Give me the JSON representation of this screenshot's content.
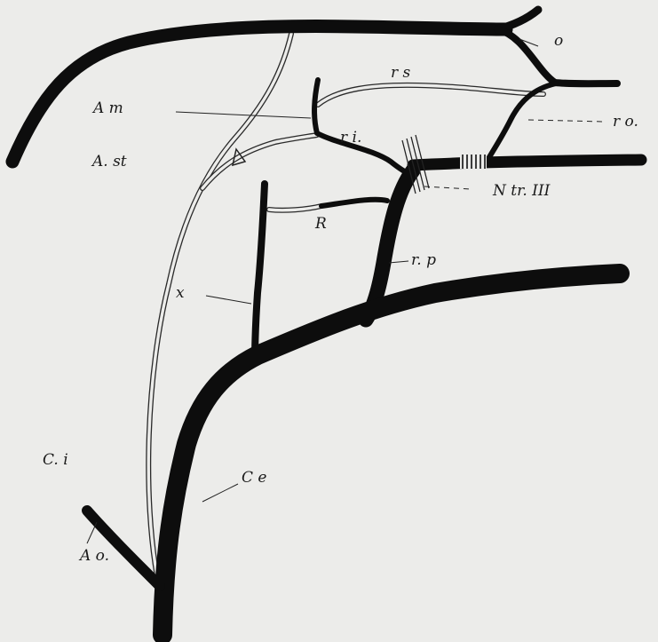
{
  "labels": {
    "o": "o",
    "rs": "r s",
    "am": "A m",
    "ro": "r o.",
    "ast": "A. st",
    "ri": "r i.",
    "ntr": "N tr. III",
    "R": "R",
    "rp": "r. p",
    "x": "x",
    "ci": "C. i",
    "ce": "C e",
    "ao": "A o."
  },
  "colors": {
    "vessel": "#0d0d0d",
    "background": "#ececea"
  }
}
